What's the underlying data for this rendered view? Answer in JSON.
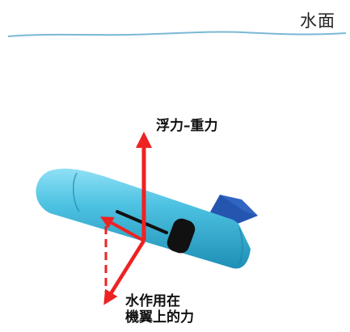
{
  "labels": {
    "water_surface": "水面",
    "buoyancy_minus_gravity": "浮力–重力",
    "wing_force_line1": "水作用在",
    "wing_force_line2": "機翼上的力"
  },
  "colors": {
    "water_line": "#7ab8d6",
    "hull_light": "#4fc3e3",
    "hull_dark": "#1e8fb5",
    "fin": "#1f4fa6",
    "window": "#111111",
    "arrow": "#ee2222"
  }
}
